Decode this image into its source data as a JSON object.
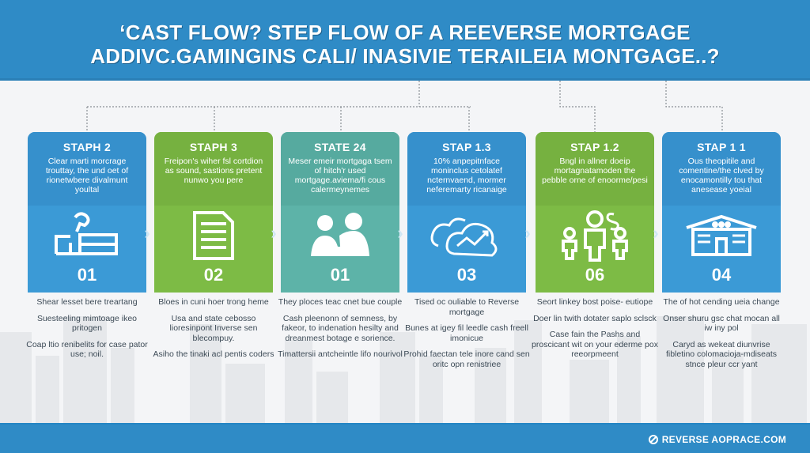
{
  "header": {
    "title_line1": "‘CAST FLOW? STEP FLOW OF A REEVERSE MORTGAGE",
    "title_line2": "ADDIVC.GAMINGINS CALI/ INASIVIE TERAILEIA MONTGAGE..?"
  },
  "colors": {
    "header_blue": "#2f8bc6",
    "card_blue": "#3b9ad6",
    "card_green": "#7dbb45",
    "card_teal": "#5db3a8",
    "background": "#f4f5f7"
  },
  "steps": [
    {
      "title": "STAPH 2",
      "description": "Clear marti morcrage trouttay, the und oet of rionetwbere divalmunt youltal",
      "icon": "desk-computer-icon",
      "number": "01",
      "color": "blue",
      "details": [
        "Shear lesset bere treartang",
        "Suesteeling mimtoage ikeo pritogen",
        "Coap ltio renibelits for case pator use; noil."
      ]
    },
    {
      "title": "STAPH 3",
      "description": "Freipon's wiher fsl cortdion as sound, sastions pretent nunwo you pere",
      "icon": "document-icon",
      "number": "02",
      "color": "green",
      "details": [
        "Bloes in cuni hoer trong heme",
        "Usa and state cebosso lioresinpont Inverse sen blecompuy.",
        "Asiho the tinaki acl pentis coders"
      ]
    },
    {
      "title": "STATE 24",
      "description": "Meser emeir mortgaga tsem of hitch'r used mortgage.aviema/fi cous calermeynemes",
      "icon": "couple-icon",
      "number": "01",
      "color": "teal",
      "details": [
        "They ploces teac cnet bue couple",
        "Cash pleenonn of semness, by fakeor, to indenation hesilty and dreanmest botage e sorience.",
        "Timattersii antcheintle lifo nourivol"
      ]
    },
    {
      "title": "STAP 1.3",
      "description": "10% anpepitnface moninclus cetolatef ncternvaend, mormer neferemarty ricanaige",
      "icon": "cloud-growth-icon",
      "number": "03",
      "color": "blue",
      "details": [
        "Tised oc ouliable to Reverse mortgage",
        "Bunes at igey fil leedle cash freell imonicue",
        "Prohid faectan tele inore cand sen oritc opn renistriee"
      ]
    },
    {
      "title": "STAP 1.2",
      "description": "Bngl in allner doeip mortagnatamoden the pebble orne of enoorme/pesi",
      "icon": "family-money-icon",
      "number": "06",
      "color": "green",
      "details": [
        "Seort linkey bost poise- eutiope",
        "Doer lin twith dotater saplo sclsck",
        "Case fain the Pashs and proscicant wit on your ederme pox reeorpmeent"
      ]
    },
    {
      "title": "STAP 1 1",
      "description": "Ous theopitile and comentine/the clved by enocamontilly tou that anesease yoeial",
      "icon": "house-icon",
      "number": "04",
      "color": "blue",
      "details": [
        "The of hot cending ueia change",
        "Onser shuru gsc chat mocan all iw iny pol",
        "Caryd as wekeat diunvrise fibletino colomacioja-mdiseats stnce pleur ccr yant"
      ]
    }
  ],
  "footer": {
    "brand": "REVERSE AOPRACE.COM",
    "brand_icon": "logo-icon"
  }
}
